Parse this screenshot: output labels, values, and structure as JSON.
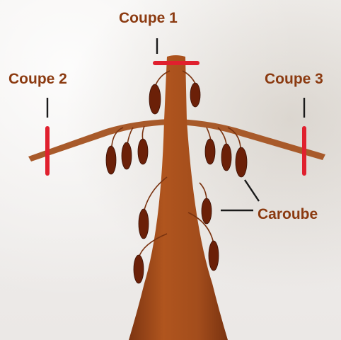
{
  "labels": {
    "cut1": "Coupe 1",
    "cut2": "Coupe 2",
    "cut3": "Coupe 3",
    "pod": "Caroube"
  },
  "colors": {
    "trunk": "#a34d1c",
    "trunk_dark": "#7d3512",
    "branch": "#a85a2a",
    "pod": "#6b2008",
    "cut_mark": "#e0202e",
    "label": "#8b3a10",
    "leader": "#1a1a1a"
  }
}
